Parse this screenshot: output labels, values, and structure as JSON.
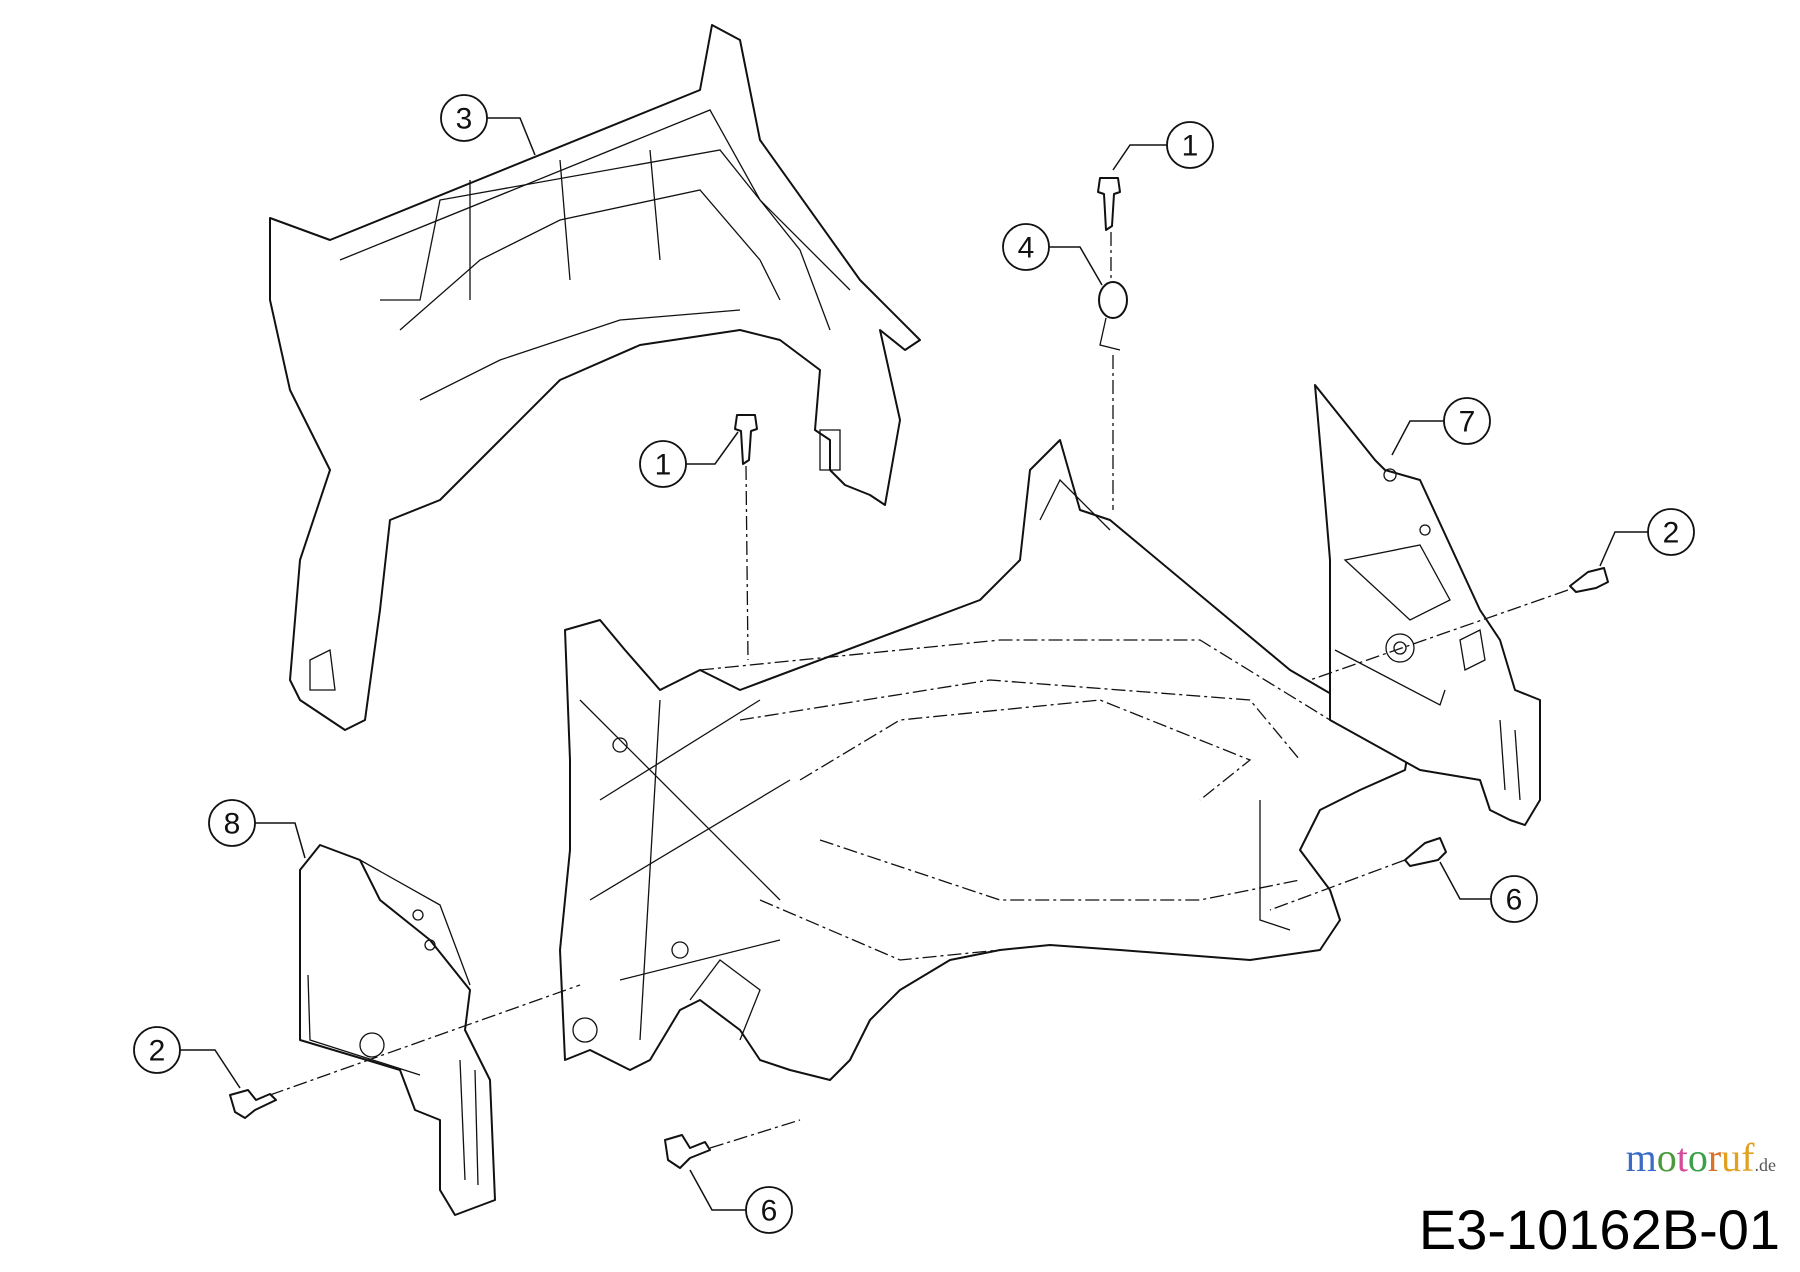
{
  "diagram": {
    "drawing_number": "E3-10162B-01",
    "watermark": [
      "m",
      "o",
      "t",
      "o",
      "r",
      "u",
      "f",
      ".de"
    ],
    "callouts": [
      {
        "id": "c3",
        "label": "3"
      },
      {
        "id": "c1a",
        "label": "1"
      },
      {
        "id": "c4",
        "label": "4"
      },
      {
        "id": "c7",
        "label": "7"
      },
      {
        "id": "c1b",
        "label": "1"
      },
      {
        "id": "c2a",
        "label": "2"
      },
      {
        "id": "c8",
        "label": "8"
      },
      {
        "id": "c6a",
        "label": "6"
      },
      {
        "id": "c2b",
        "label": "2"
      },
      {
        "id": "c6b",
        "label": "6"
      }
    ]
  }
}
